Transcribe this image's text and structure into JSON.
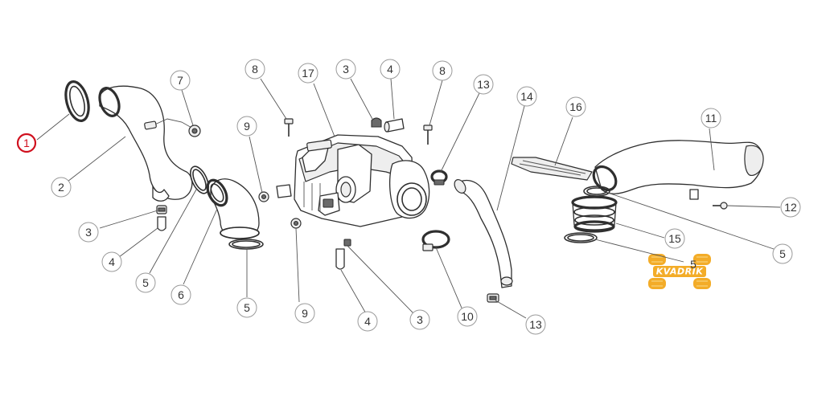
{
  "callouts": [
    {
      "id": "c-1a",
      "label": "1",
      "highlight": true
    },
    {
      "id": "c-2",
      "label": "2"
    },
    {
      "id": "c-3a",
      "label": "3"
    },
    {
      "id": "c-4a",
      "label": "4"
    },
    {
      "id": "c-5a",
      "label": "5"
    },
    {
      "id": "c-6",
      "label": "6"
    },
    {
      "id": "c-5b",
      "label": "5"
    },
    {
      "id": "c-7",
      "label": "7"
    },
    {
      "id": "c-9a",
      "label": "9"
    },
    {
      "id": "c-9b",
      "label": "9"
    },
    {
      "id": "c-8a",
      "label": "8"
    },
    {
      "id": "c-17",
      "label": "17"
    },
    {
      "id": "c-3b",
      "label": "3"
    },
    {
      "id": "c-4b",
      "label": "4"
    },
    {
      "id": "c-8b",
      "label": "8"
    },
    {
      "id": "c-13a",
      "label": "13"
    },
    {
      "id": "c-4c",
      "label": "4"
    },
    {
      "id": "c-3c",
      "label": "3"
    },
    {
      "id": "c-10",
      "label": "10"
    },
    {
      "id": "c-13b",
      "label": "13"
    },
    {
      "id": "c-14",
      "label": "14"
    },
    {
      "id": "c-16",
      "label": "16"
    },
    {
      "id": "c-11",
      "label": "11"
    },
    {
      "id": "c-12",
      "label": "12"
    },
    {
      "id": "c-5c",
      "label": "5"
    },
    {
      "id": "c-15",
      "label": "15"
    },
    {
      "id": "c-5d",
      "label": "5"
    }
  ],
  "watermark": {
    "text": "KVADRIK",
    "colors": {
      "tire": "#f2a516",
      "tread": "#f7c860",
      "band": "#f2a516"
    }
  },
  "colors": {
    "highlight": "#d0101e",
    "line": "#2f2f2f",
    "callout_border": "#9a9a9a"
  }
}
